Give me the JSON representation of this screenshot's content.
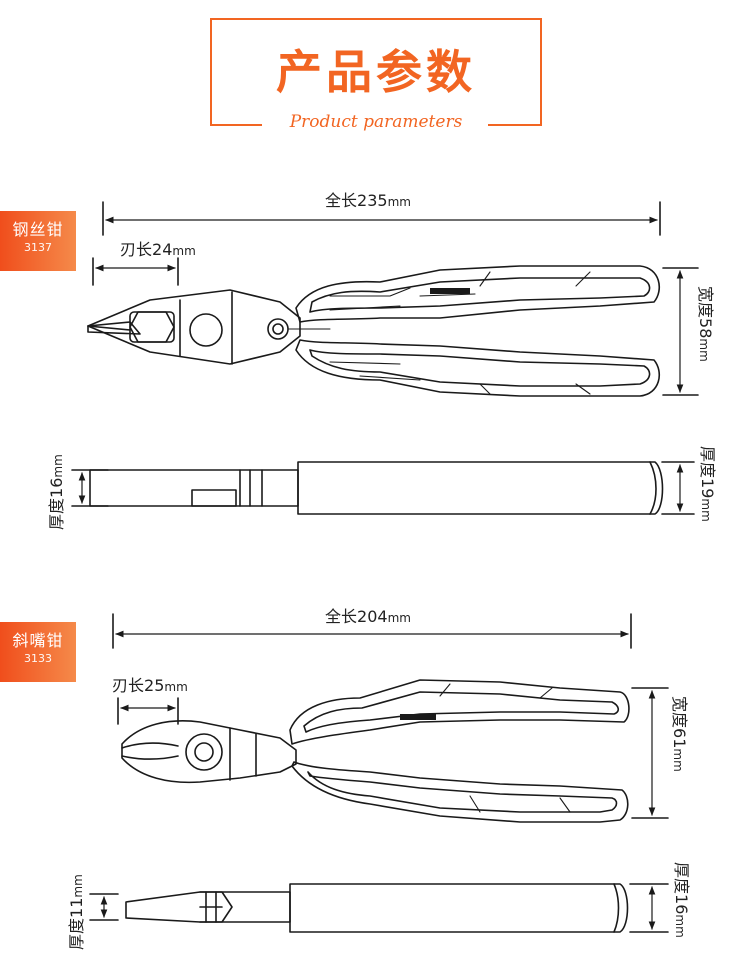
{
  "header": {
    "title": "产品参数",
    "subtitle": "Product parameters"
  },
  "colors": {
    "accent": "#f26522",
    "line": "#1a1a1a"
  },
  "products": [
    {
      "name": "钢丝钳",
      "code": "3137",
      "total_length": {
        "label": "全长",
        "value": "235",
        "unit": "mm"
      },
      "blade_length": {
        "label": "刃长",
        "value": "24",
        "unit": "mm"
      },
      "width": {
        "label": "宽度",
        "value": "58",
        "unit": "mm"
      },
      "head_thickness": {
        "label": "厚度",
        "value": "16",
        "unit": "mm"
      },
      "handle_thickness": {
        "label": "厚度",
        "value": "19",
        "unit": "mm"
      }
    },
    {
      "name": "斜嘴钳",
      "code": "3133",
      "total_length": {
        "label": "全长",
        "value": "204",
        "unit": "mm"
      },
      "blade_length": {
        "label": "刃长",
        "value": "25",
        "unit": "mm"
      },
      "width": {
        "label": "宽度",
        "value": "61",
        "unit": "mm"
      },
      "head_thickness": {
        "label": "厚度",
        "value": "11",
        "unit": "mm"
      },
      "handle_thickness": {
        "label": "厚度",
        "value": "16",
        "unit": "mm"
      }
    }
  ]
}
